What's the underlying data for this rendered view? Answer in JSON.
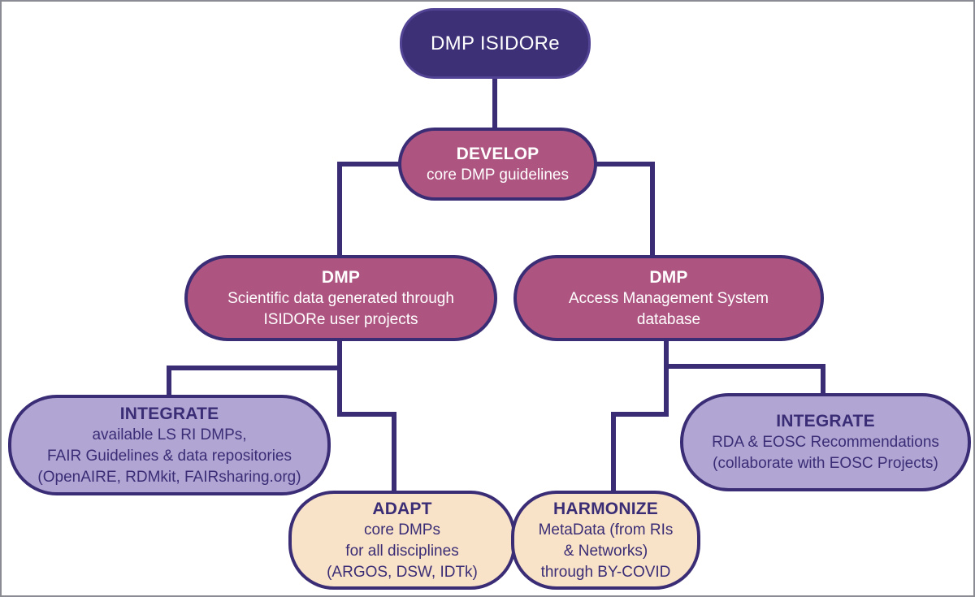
{
  "diagram": {
    "title_node": {
      "title": "DMP ISIDORe"
    },
    "nodes": {
      "develop": {
        "title": "DEVELOP",
        "lines": [
          "core DMP guidelines"
        ]
      },
      "dmp_projects": {
        "title": "DMP",
        "lines": [
          "Scientific data generated through",
          "ISIDORe user projects"
        ]
      },
      "dmp_ams": {
        "title": "DMP",
        "lines": [
          "Access Management System",
          "database"
        ]
      },
      "integrate_left": {
        "title": "INTEGRATE",
        "lines": [
          "available LS RI DMPs,",
          "FAIR Guidelines & data repositories",
          "(OpenAIRE, RDMkit, FAIRsharing.org)"
        ]
      },
      "adapt": {
        "title": "ADAPT",
        "lines": [
          "core DMPs",
          "for all disciplines",
          "(ARGOS, DSW, IDTk)"
        ]
      },
      "harmonize": {
        "title": "HARMONIZE",
        "lines": [
          "MetaData (from RIs",
          "& Networks)",
          "through BY-COVID"
        ]
      },
      "integrate_right": {
        "title": "INTEGRATE",
        "lines": [
          "RDA & EOSC Recommendations",
          "(collaborate with EOSC Projects)"
        ]
      }
    },
    "colors": {
      "dark_purple_fill": "#3e3076",
      "line_and_border": "#3a2d76",
      "magenta_fill": "#ad5580",
      "lavender_fill": "#b1a5d3",
      "cream_fill": "#f9e3c8",
      "text_on_light": "#3a2d76",
      "text_on_dark": "#ffffff",
      "frame_border": "#8b8b93"
    }
  }
}
